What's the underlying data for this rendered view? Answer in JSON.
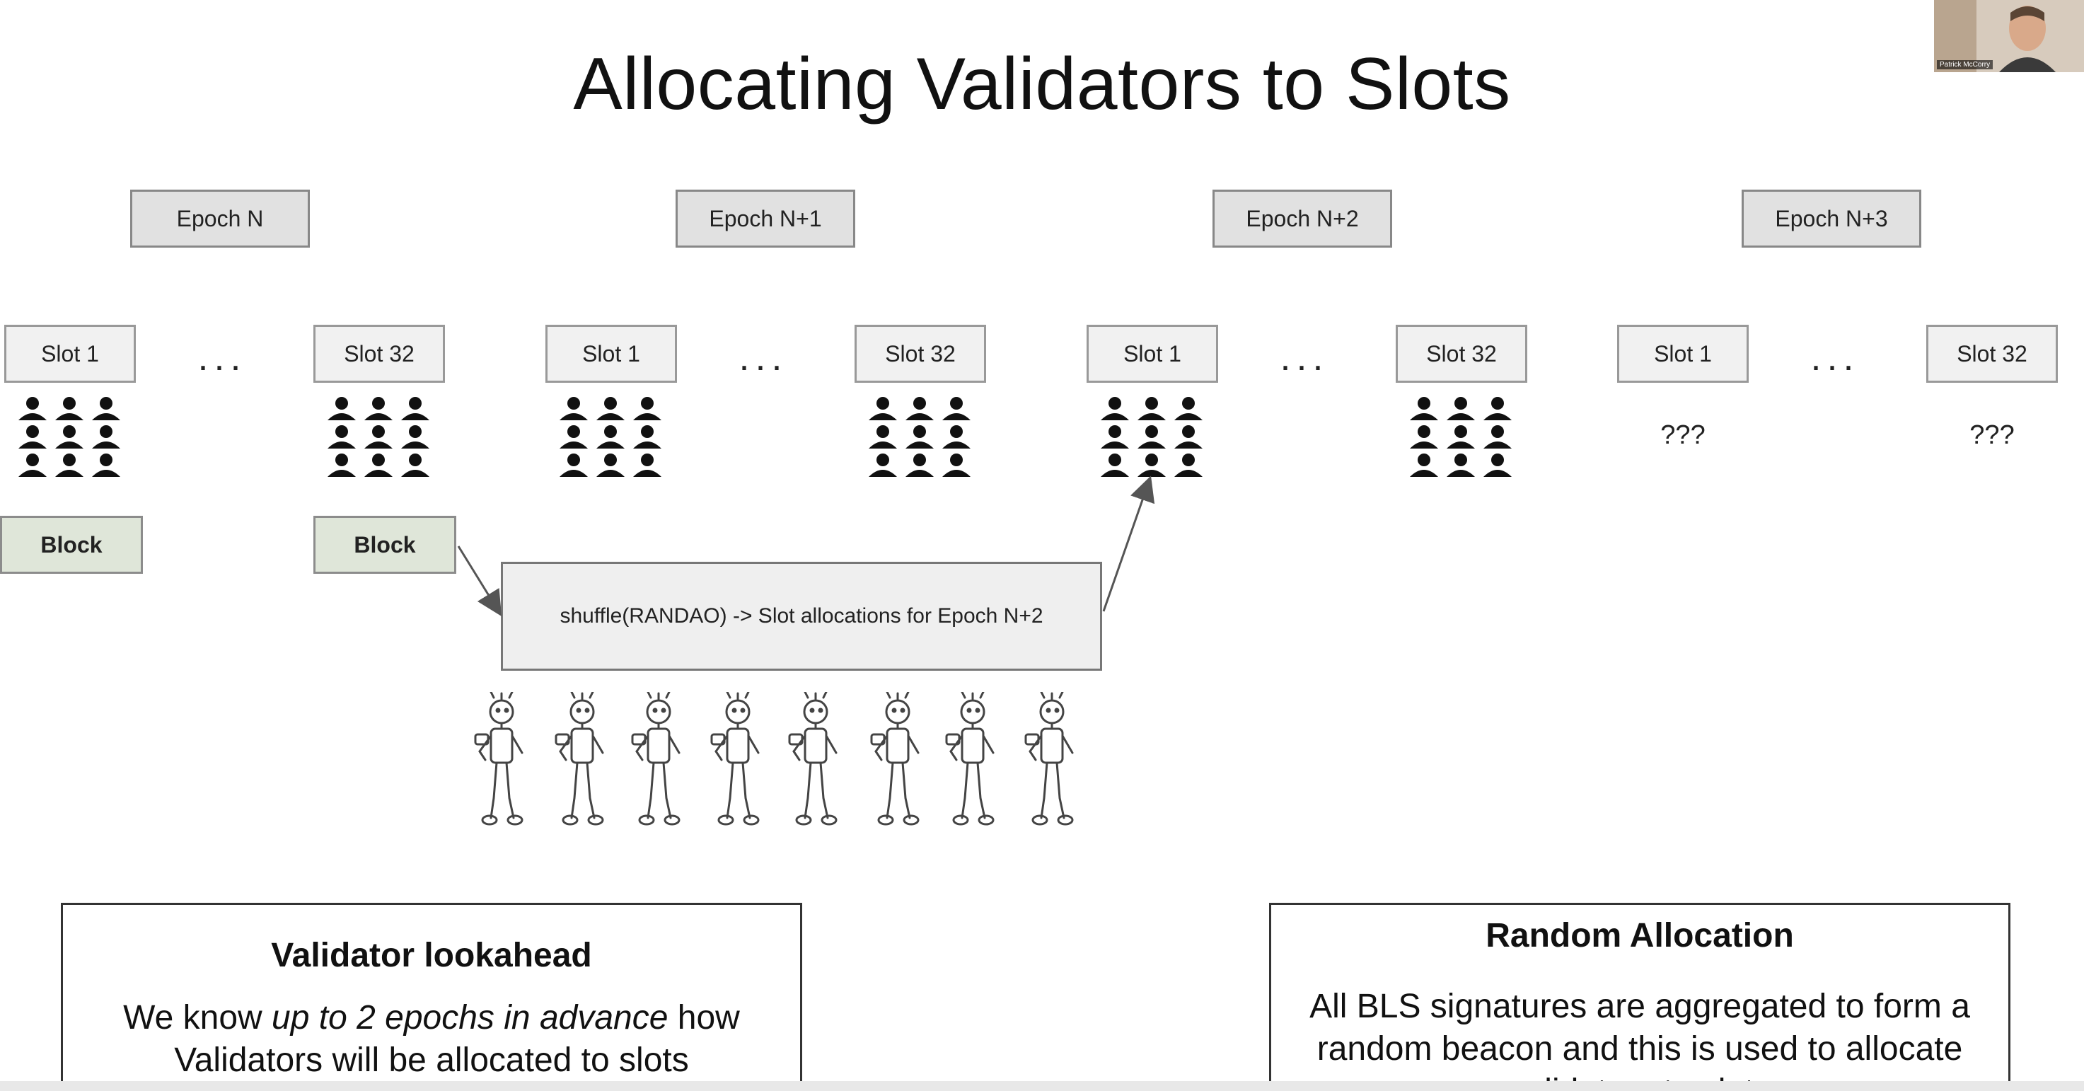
{
  "title": "Allocating Validators to Slots",
  "epochs": [
    "Epoch N",
    "Epoch N+1",
    "Epoch N+2",
    "Epoch N+3"
  ],
  "slots": {
    "first": "Slot 1",
    "last": "Slot 32",
    "ellipsis": "...",
    "unknown": "???"
  },
  "blocks": [
    "Block",
    "Block"
  ],
  "shuffle_label": "shuffle(RANDAO) -> Slot allocations for Epoch N+2",
  "lookahead": {
    "title": "Validator lookahead",
    "text_before": "We know ",
    "text_em": "up to 2 epochs in advance",
    "text_after": " how Validators will be allocated to slots"
  },
  "random": {
    "title": "Random Allocation",
    "text": "All BLS signatures are aggregated to form a random beacon and this is used to allocate validators to slots"
  },
  "webcam": {
    "name": "Patrick McCorry"
  },
  "icons": {
    "validators": "people-group-icon",
    "robots": "robot-figure-icon",
    "arrow": "arrow-icon"
  },
  "colors": {
    "epoch_fill": "#e1e1e1",
    "slot_fill": "#f1f1f1",
    "block_fill": "#dfe6d9",
    "shuffle_fill": "#efefef"
  }
}
